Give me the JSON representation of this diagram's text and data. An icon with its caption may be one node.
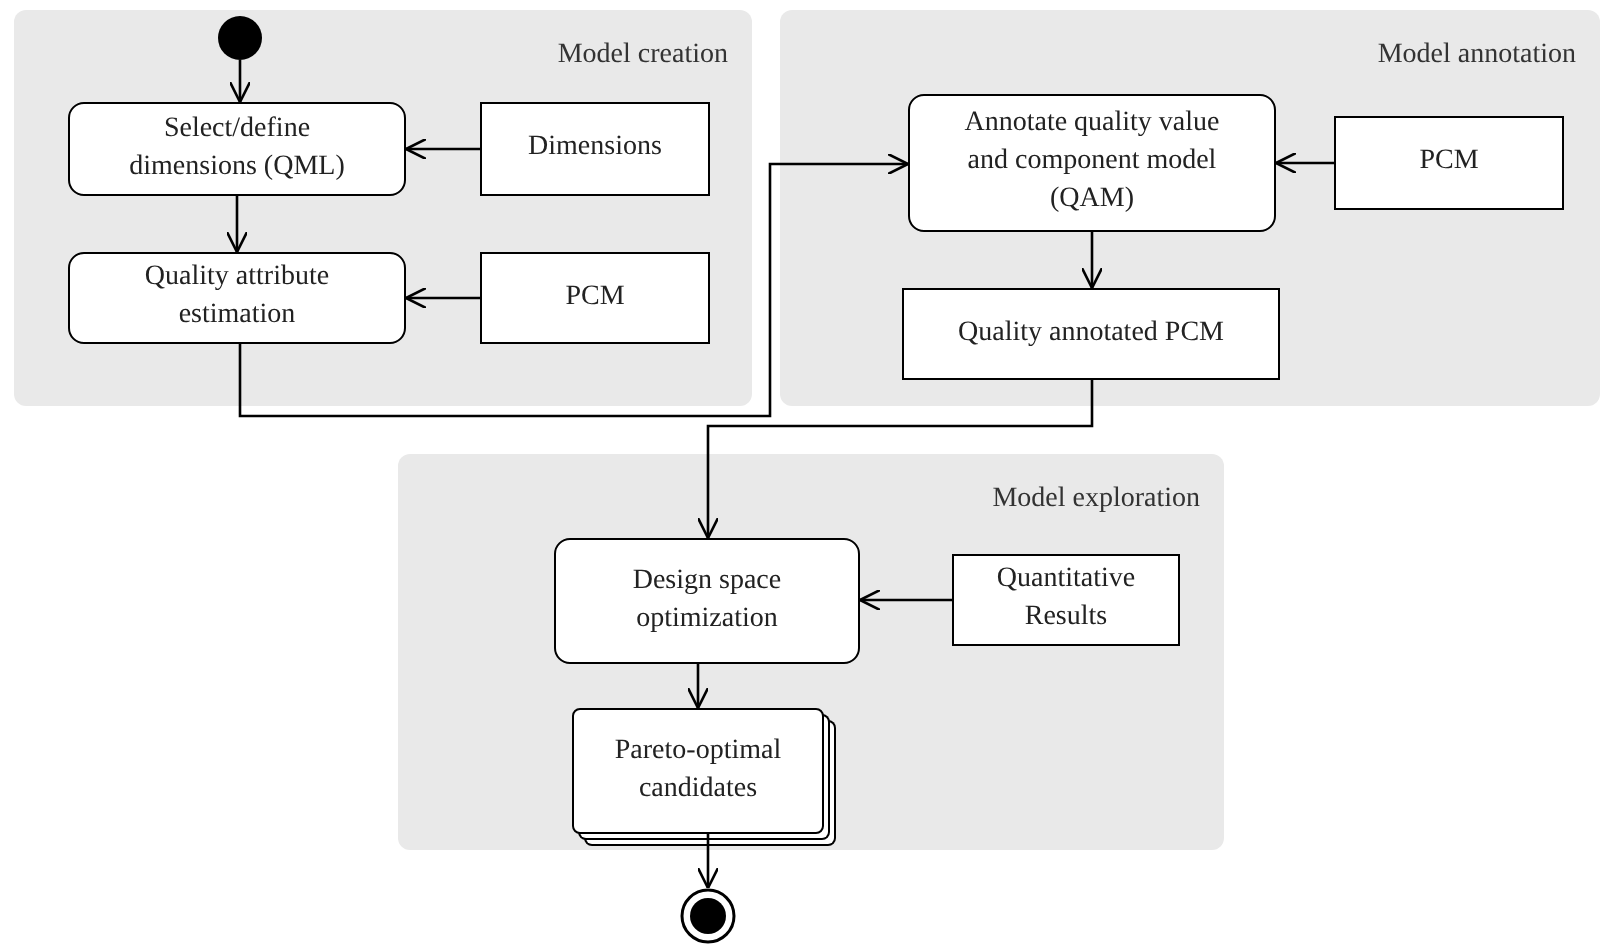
{
  "diagram": {
    "nodes": [
      {
        "text": [
          "Model creation"
        ]
      },
      {
        "text": [],
        "shape": "circle",
        "in": 0
      },
      {
        "text": [
          "Select/define dimensions (QML)"
        ],
        "in": 0
      },
      {
        "text": [
          "Dimensions"
        ],
        "in": 0
      },
      {
        "text": [
          "Quality attribute estimation"
        ],
        "in": 0
      },
      {
        "text": [
          "PCM"
        ],
        "in": 0
      },
      {
        "text": [
          "Model annotation"
        ]
      },
      {
        "text": [
          "Annotate quality value and component model (QAM)"
        ],
        "in": 6
      },
      {
        "text": [
          "PCM"
        ],
        "in": 6
      },
      {
        "text": [
          "Quality annotated PCM"
        ],
        "in": 6
      },
      {
        "text": [
          "Model exploration"
        ]
      },
      {
        "text": [
          "Design space optimization"
        ],
        "in": 10
      },
      {
        "text": [
          "Quantitative Results"
        ],
        "in": 10
      },
      {
        "text": [
          "Pareto-optimal candidates"
        ],
        "in": 10
      },
      {
        "text": [],
        "shape": "bullseye"
      }
    ],
    "edges": [
      {
        "from": 1,
        "to": 2,
        "arrow": "to"
      },
      {
        "from": 3,
        "to": 2,
        "arrow": "to"
      },
      {
        "from": 2,
        "to": 4,
        "arrow": "to"
      },
      {
        "from": 5,
        "to": 4,
        "arrow": "to"
      },
      {
        "from": 4,
        "to": 7,
        "arrow": "to"
      },
      {
        "from": 8,
        "to": 7,
        "arrow": "to"
      },
      {
        "from": 7,
        "to": 9,
        "arrow": "to"
      },
      {
        "from": 9,
        "to": 11,
        "arrow": "to"
      },
      {
        "from": 12,
        "to": 11,
        "arrow": "to"
      },
      {
        "from": 11,
        "to": 13,
        "arrow": "to"
      },
      {
        "from": 13,
        "to": 14,
        "arrow": "to"
      }
    ]
  }
}
